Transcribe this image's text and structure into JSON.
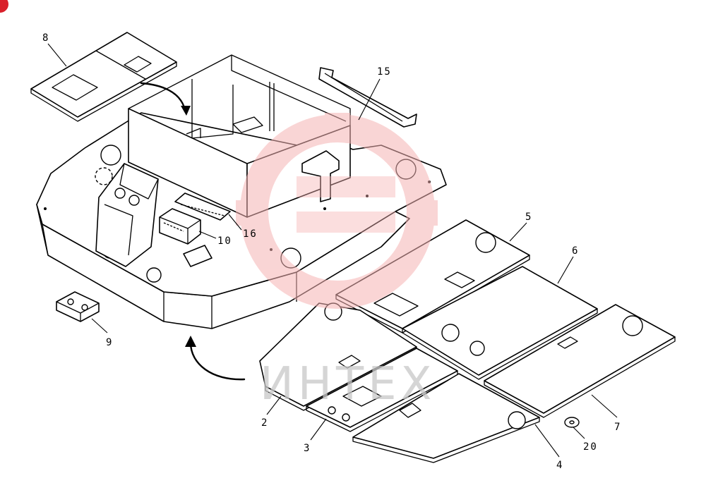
{
  "watermark": {
    "text": "ИНТЕХ",
    "logo_color": "#f5b3b3",
    "corner_badge_color": "#d9202a"
  },
  "callouts": [
    {
      "id": "2",
      "label": "2"
    },
    {
      "id": "3",
      "label": "3"
    },
    {
      "id": "4",
      "label": "4"
    },
    {
      "id": "5",
      "label": "5"
    },
    {
      "id": "6",
      "label": "6"
    },
    {
      "id": "7",
      "label": "7"
    },
    {
      "id": "8",
      "label": "8"
    },
    {
      "id": "9",
      "label": "9"
    },
    {
      "id": "10",
      "label": "10"
    },
    {
      "id": "15",
      "label": "15"
    },
    {
      "id": "16",
      "label": "16"
    },
    {
      "id": "20",
      "label": "20"
    }
  ]
}
